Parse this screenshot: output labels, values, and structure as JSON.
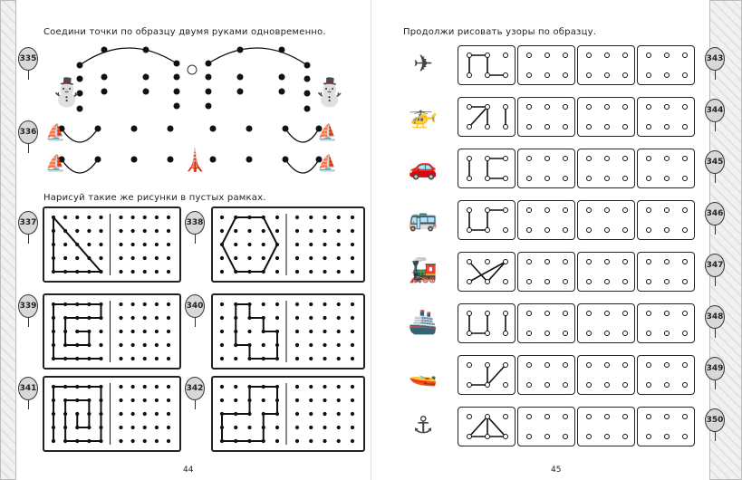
{
  "left_page": {
    "instruction_top": "Соедини точки по образцу двумя руками одновременно.",
    "instruction_frames": "Нарисуй такие же рисунки в пустых рамках.",
    "exercises": [
      "335",
      "336",
      "337",
      "338",
      "339",
      "340",
      "341",
      "342"
    ],
    "page_number": "44"
  },
  "right_page": {
    "instruction": "Продолжи рисовать узоры по образцу.",
    "rows": [
      {
        "exercise": "343",
        "icon": "airplane-icon",
        "glyph": "✈"
      },
      {
        "exercise": "344",
        "icon": "helicopter-icon",
        "glyph": "🚁"
      },
      {
        "exercise": "345",
        "icon": "car-icon",
        "glyph": "🚗"
      },
      {
        "exercise": "346",
        "icon": "bus-icon",
        "glyph": "🚌"
      },
      {
        "exercise": "347",
        "icon": "train-icon",
        "glyph": "🚂"
      },
      {
        "exercise": "348",
        "icon": "ship-icon",
        "glyph": "🚢"
      },
      {
        "exercise": "349",
        "icon": "boat-icon",
        "glyph": "🚤"
      },
      {
        "exercise": "350",
        "icon": "submarine-icon",
        "glyph": "⚓"
      }
    ],
    "page_number": "45"
  }
}
